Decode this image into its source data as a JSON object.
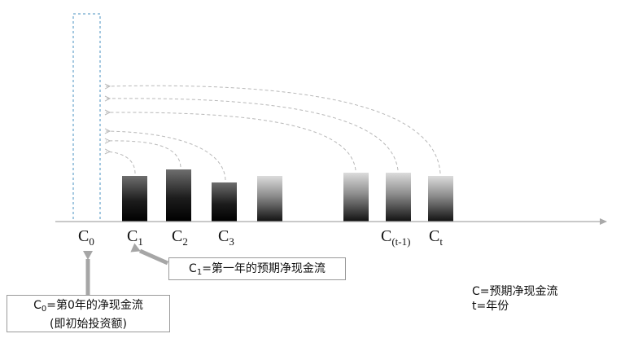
{
  "diagram": {
    "bars": [
      {
        "id": "c1",
        "shade": "dark",
        "value": 56
      },
      {
        "id": "c2",
        "shade": "dark",
        "value": 64
      },
      {
        "id": "c3",
        "shade": "dark",
        "value": 48
      },
      {
        "id": "c4",
        "shade": "light",
        "value": 56
      },
      {
        "id": "ct-1a",
        "shade": "light",
        "value": 60
      },
      {
        "id": "ct-1b",
        "shade": "light",
        "value": 60
      },
      {
        "id": "ct",
        "shade": "light",
        "value": 56
      }
    ],
    "labels": {
      "c0": {
        "main": "C",
        "sub": "0"
      },
      "c1": {
        "main": "C",
        "sub": "1"
      },
      "c2": {
        "main": "C",
        "sub": "2"
      },
      "c3": {
        "main": "C",
        "sub": "3"
      },
      "ct1": {
        "main": "C",
        "sub": "(t-1)"
      },
      "ct": {
        "main": "C",
        "sub": "t"
      }
    },
    "callout_c1": {
      "prefix": "C",
      "sub": "1",
      "text": "=第一年的预期净现金流"
    },
    "callout_c0": {
      "prefix": "C",
      "sub": "0",
      "line1": "=第0年的净现金流",
      "line2": "(即初始投资额)"
    },
    "legend": {
      "line1": "C=预期净现金流",
      "line2": "t=年份"
    },
    "colors": {
      "axis": "#a9a9a9",
      "dashed_box": "#4a90c0",
      "arc": "#b8b8b8",
      "callout_arrow": "#a6a6a6"
    }
  }
}
